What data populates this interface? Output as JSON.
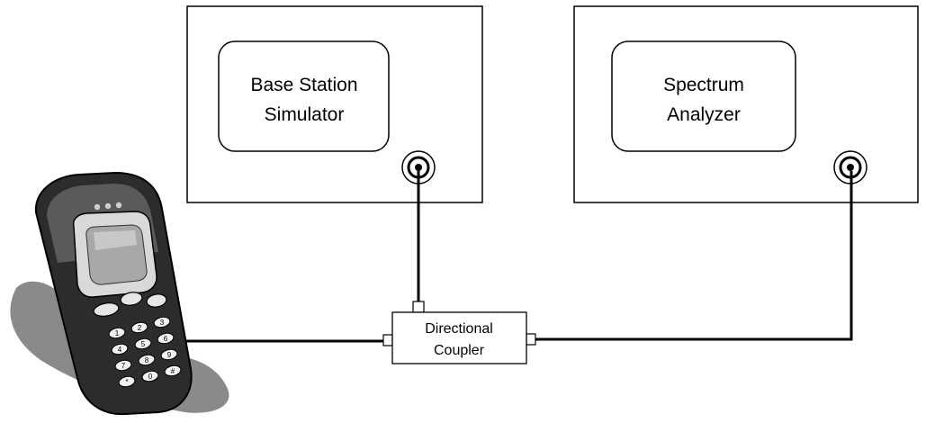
{
  "blocks": {
    "base_station": {
      "line1": "Base Station",
      "line2": "Simulator"
    },
    "spectrum_analyzer": {
      "line1": "Spectrum",
      "line2": "Analyzer"
    },
    "coupler": {
      "line1": "Directional",
      "line2": "Coupler"
    }
  },
  "phone": {
    "keys": [
      "1",
      "2",
      "3",
      "4",
      "5",
      "6",
      "7",
      "8",
      "9",
      "*",
      "0",
      "#"
    ]
  }
}
